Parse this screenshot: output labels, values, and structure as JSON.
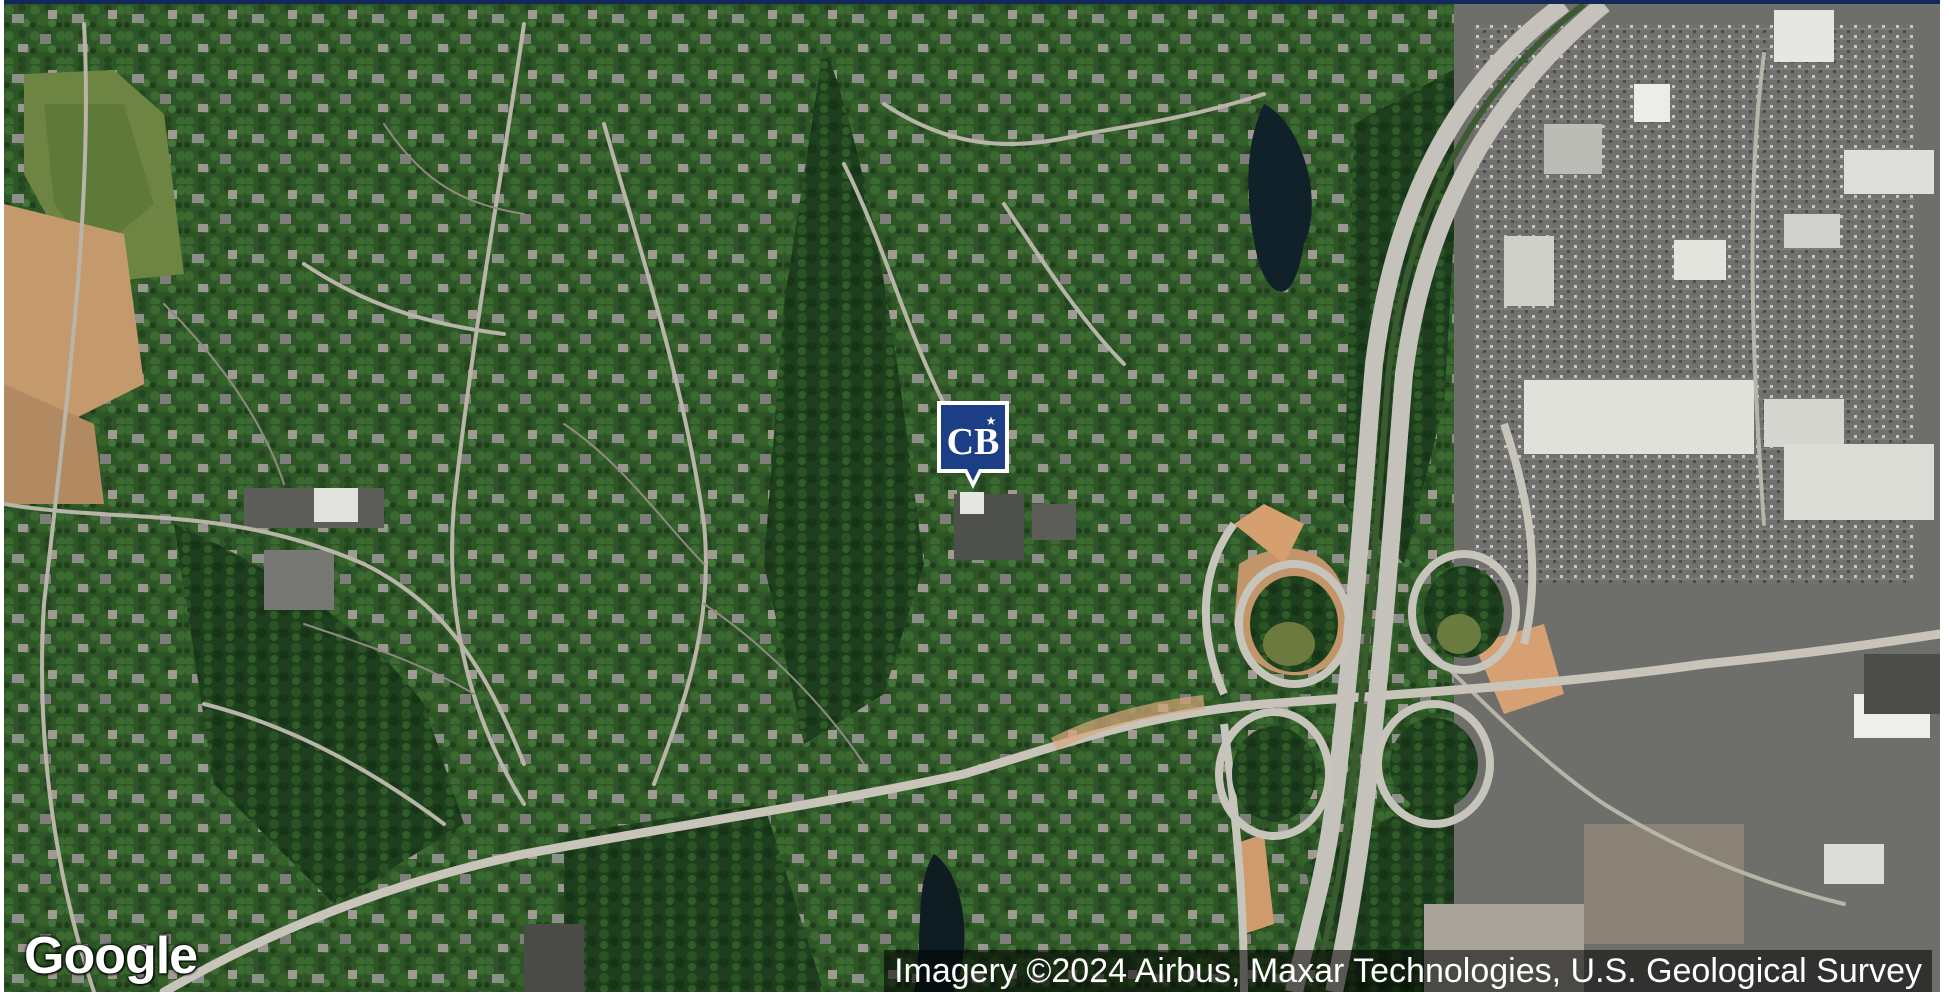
{
  "map": {
    "type": "satellite",
    "colors": {
      "vegetation": "#2f5a2a",
      "dense_forest": "#1f4421",
      "clearing": "#c99a6b",
      "road": "#b7b2a6",
      "highway": "#c8c6be",
      "water": "#10202a",
      "parking": "#7b7b78",
      "rooftop": "#d9d9d6"
    }
  },
  "marker": {
    "icon": "coldwell-banker-logo-icon",
    "logo_text": "CB",
    "color": "#1c3e85"
  },
  "branding": {
    "logo_text": "Google"
  },
  "attribution": {
    "text": "Imagery ©2024 Airbus, Maxar Technologies, U.S. Geological Survey"
  }
}
